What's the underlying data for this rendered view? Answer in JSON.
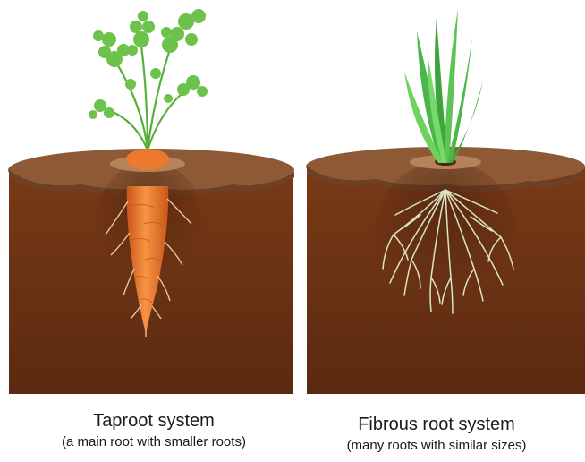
{
  "panels": [
    {
      "title": "Taproot system",
      "subtitle": "(a main root with smaller roots)",
      "plant_icon": "carrot-icon",
      "root_type": "taproot"
    },
    {
      "title": "Fibrous root system",
      "subtitle": "(many roots with similar sizes)",
      "plant_icon": "grass-icon",
      "root_type": "fibrous"
    }
  ],
  "colors": {
    "soil_dark": "#5a2a10",
    "soil_mid": "#7a3a16",
    "soil_top": "#8e5a36",
    "soil_top_edge": "#6e4024",
    "hole": "#b5835b",
    "carrot": "#ec7a2e",
    "carrot_dark": "#c9561a",
    "leaf_green": "#6cc24a",
    "grass_green": "#4cb648",
    "root_fiber": "#d8e6c4",
    "text": "#1a1a1a"
  }
}
